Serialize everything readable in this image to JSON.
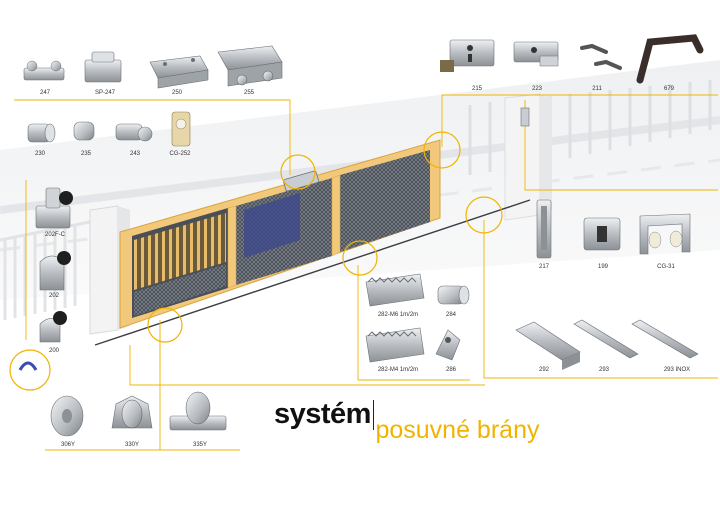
{
  "brand": {
    "title": "systém",
    "subtitle": "posuvné brány"
  },
  "parts": {
    "p247": "247",
    "sp247": "SP-247",
    "p250": "250",
    "p255": "255",
    "p230": "230",
    "p235": "235",
    "p243": "243",
    "cg252": "CG-252",
    "p202fc": "202F-C",
    "p202": "202",
    "p200": "200",
    "p215": "215",
    "p223": "223",
    "p211": "211",
    "p679": "679",
    "p217": "217",
    "p199": "199",
    "cg31": "CG-31",
    "m6": "282-M6 1m/2m",
    "p284": "284",
    "m4": "282-M4 1m/2m",
    "p286": "286",
    "p292": "292",
    "p293": "293",
    "p293inox": "293 INOX",
    "p306": "306Y",
    "p330": "330Y",
    "p335": "335Y"
  },
  "colors": {
    "gate_frame": "#f2c87a",
    "gate_outline": "#d9a441",
    "callout_line": "#f0b400",
    "metal": "#c9ccd0",
    "brand_accent": "#f0b400"
  }
}
